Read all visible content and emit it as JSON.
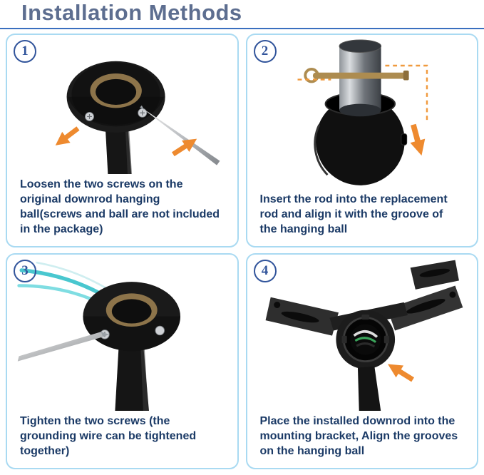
{
  "page": {
    "title": "Installation Methods",
    "title_color": "#5d6e90",
    "underline_color": "#3a6fbf",
    "panel_border_color": "#a9daf2",
    "caption_color": "#1b3a66",
    "step_number_color": "#31549b",
    "arrow_color": "#ee8a2f"
  },
  "steps": [
    {
      "number": "1",
      "caption": "Loosen the two screws on the original downrod hanging ball(screws and ball are not included in the package)",
      "illustration": "downrod-ball-loosen-screws-photo"
    },
    {
      "number": "2",
      "caption": "Insert the rod into the replacement rod and align it with the groove of the hanging ball",
      "illustration": "rod-insert-align-groove-photo"
    },
    {
      "number": "3",
      "caption": "Tighten the two screws (the grounding wire can be tightened together)",
      "illustration": "downrod-ball-tighten-screws-photo"
    },
    {
      "number": "4",
      "caption": "Place the installed downrod into the mounting bracket, Align the grooves on the hanging ball",
      "illustration": "mounting-bracket-downrod-photo"
    }
  ]
}
